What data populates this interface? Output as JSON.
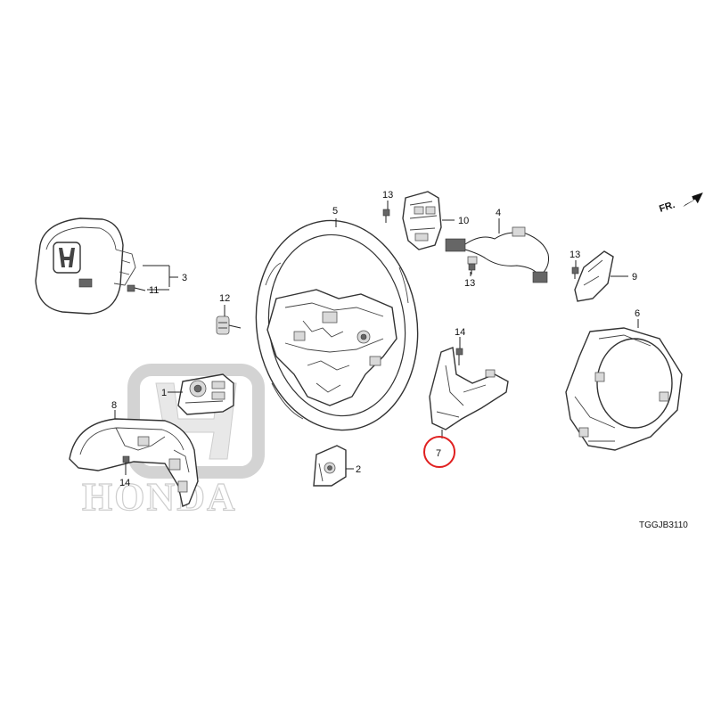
{
  "diagram": {
    "part_numbers": [
      "1",
      "2",
      "3",
      "4",
      "5",
      "6",
      "7",
      "8",
      "9",
      "10",
      "11",
      "12",
      "13",
      "14"
    ],
    "labels": {
      "p1": "1",
      "p2": "2",
      "p3": "3",
      "p4": "4",
      "p5": "5",
      "p6": "6",
      "p7": "7",
      "p8": "8",
      "p9": "9",
      "p10": "10",
      "p11": "11",
      "p12": "12",
      "p13a": "13",
      "p13b": "13",
      "p13c": "13",
      "p14a": "14",
      "p14b": "14"
    },
    "direction_label": "FR.",
    "drawing_code": "TGGJB3110",
    "watermark_text": "HONDA",
    "highlighted_part": "7",
    "colors": {
      "highlight": "#e02020",
      "ink": "#222222",
      "watermark": "#c8c8c8"
    }
  }
}
